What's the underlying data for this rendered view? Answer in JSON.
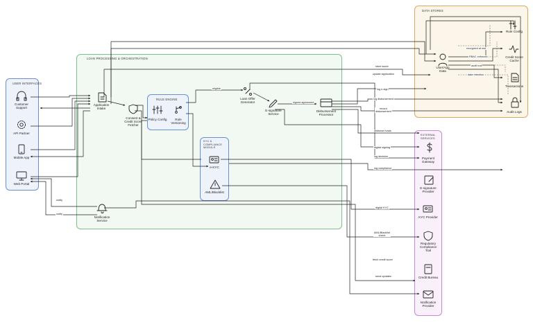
{
  "groups": {
    "user_interfaces": "USER INTERFACES",
    "loan_processing": "LOAN PROCESSING & ORCHESTRATION",
    "rule_engine": "RULE ENGINE",
    "kyc": "KYC &\nCOMPLIANCE\nMODULE",
    "data_stores": "DATA STORES",
    "external": "EXTERNAL\nSERVICES"
  },
  "nodes": {
    "customer_support": "Customer\nSupport",
    "api_partner": "API Partner",
    "mobile_app": "Mobile App",
    "web_portal": "Web Portal",
    "application_intake": "Application\nIntake",
    "consent_fetcher": "Consent &\nCredit Score\nFetcher",
    "policy_config": "Policy Config",
    "rule_versioning": "Rule\nVersioning",
    "loan_offer_generator": "Loan Offer\nGenerator",
    "esignature_service": "E-signature\nService",
    "disbursement_processor": "Disbursement\nProcessor",
    "ekyc": "e-KYC",
    "aml_blacklist": "AML/Blacklist",
    "notification_service": "Notification\nService",
    "rule_config": "Rule Config",
    "credit_score_cache": "Credit Score\nCache",
    "userapp_data": "User/App\nData",
    "transactions": "Transactions",
    "audit_logs": "Audit Logs",
    "payment_gateway": "Payment\nGateway",
    "esignature_provider": "E-signature\nProvider",
    "kyc_provider": "KYC Provider",
    "regulatory_tool": "Regulatory\nCompliance\nTool",
    "credit_bureau": "Credit Bureau",
    "notification_provider": "Notification\nProvider"
  },
  "edges": {
    "encrypted_at_rest": "encrypted at rest",
    "rbac_enforced": "RBAC enforced",
    "audit_trail": "audit trail",
    "data_retention": "data retention",
    "store_score": "store score",
    "update_application": "update application",
    "eligible": "eligible",
    "signed_agreement": "signed agreement",
    "log_esign": "log e-sign",
    "log_disbursement": "log disbursement",
    "record_disbursement": "record\ndisbursement",
    "disburse_funds": "disburse funds",
    "digital_signing": "digital signing",
    "log_decision": "log decision",
    "log_compliance": "log compliance",
    "digital_kyc": "digital KYC",
    "aml_check": "AML/Blacklist\ncheck",
    "fetch_credit_score": "fetch credit score",
    "send_updates": "send updates",
    "notify_1": "notify",
    "notify_2": "notify"
  },
  "colors": {
    "user_interfaces_border": "#6a8fd0",
    "user_interfaces_fill": "#eef3fb",
    "loan_border": "#7cc08a",
    "loan_fill": "#f1f9f2",
    "rule_border": "#6a8fd0",
    "rule_fill": "#eef3fb",
    "data_border": "#d9a960",
    "data_fill": "#fcf5ea",
    "external_border": "#c58ad6",
    "external_fill": "#f9f0fb"
  }
}
